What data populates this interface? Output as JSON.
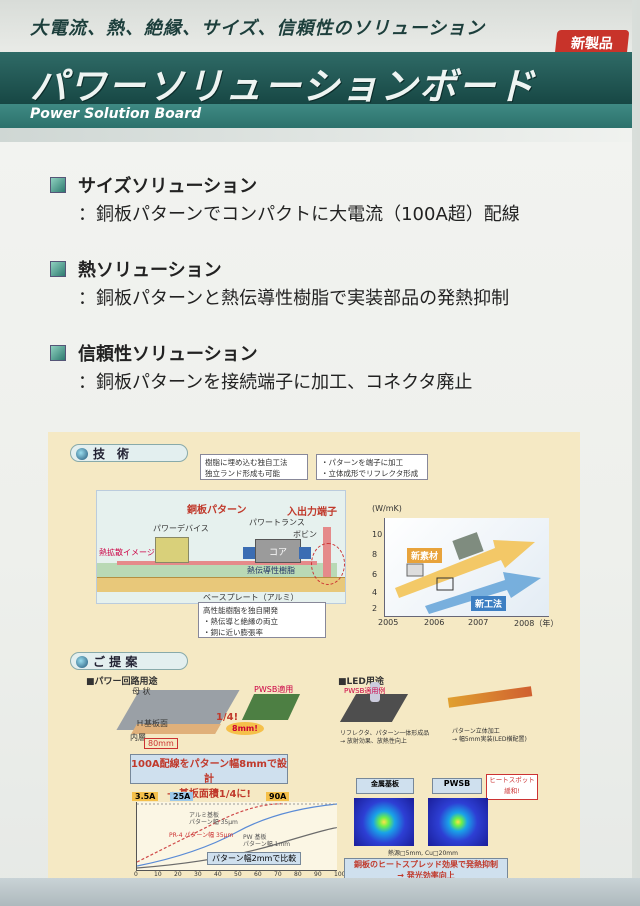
{
  "header": {
    "subtitle": "大電流、熱、絶縁、サイズ、信頼性のソリューション",
    "badge": "新製品",
    "title": "パワーソリューションボード",
    "english_title": "Power Solution Board"
  },
  "solutions": [
    {
      "heading": "サイズソリューション",
      "description": "：銅板パターンでコンパクトに大電流（100A超）配線"
    },
    {
      "heading": "熱ソリューション",
      "description": "：銅板パターンと熱伝導性樹脂で実装部品の発熱抑制"
    },
    {
      "heading": "信頼性ソリューション",
      "description": "：銅板パターンを接続端子に加工、コネクタ廃止"
    }
  ],
  "technology": {
    "tab": "技　術",
    "note1": [
      "樹脂に埋め込む独自工法",
      "独立ランド形成も可能"
    ],
    "note2": [
      "・パターンを端子に加工",
      "・立体成形でリフレクタ形成"
    ],
    "labels": {
      "copper": "銅板パターン",
      "io": "入出力端子",
      "power_device": "パワーデバイス",
      "transformer": "パワートランス",
      "bobbin": "ボビン",
      "heat_image": "熱拡散イメージ",
      "core": "コア",
      "resin": "熱伝導性樹脂",
      "base": "ベースプレート（アルミ）"
    },
    "note3": [
      "高性能樹脂を独自開発",
      "・熱伝導と絶縁の両立",
      "・銅に近い膨張率"
    ],
    "chart": {
      "unit": "(W/mK)",
      "yticks": [
        "10",
        "8",
        "6",
        "4",
        "2"
      ],
      "xticks": [
        "2005",
        "2006",
        "2007",
        "2008（年）"
      ],
      "new_material": "新素材",
      "new_method": "新工法"
    }
  },
  "proposal": {
    "tab": "ご 提 案",
    "power_use": "■パワー回路用途",
    "led_use": "■LED用途",
    "labels": {
      "bus": "母 状",
      "pwsb_applied": "PWSB適用",
      "base_area": "Ｈ基板面",
      "inner": "内層",
      "size80": "80mm",
      "ratio": "1/4!",
      "size8": "8mm!",
      "pwsb_led": "PWSB適用例",
      "reflector": [
        "リフレクタ、パターン一体形成品",
        "→ 放射効果、放熱性向上"
      ],
      "led_mount": [
        "パターン立体加工",
        "→ 幅5mm実装(LED横配置)"
      ]
    },
    "callout": [
      "100A配線をパターン幅8mmで設計",
      "→ 基板面積1/4に!"
    ],
    "current_chart": {
      "currents": [
        "3.5A",
        "25A",
        "90A"
      ],
      "legend1": [
        "アルミ基板",
        "パターン幅 35μm"
      ],
      "legend2": "PR-4 パターン幅 35μm",
      "legend3": [
        "PW 基板",
        "パターン幅 1mm"
      ],
      "xticks": [
        "0",
        "10",
        "20",
        "30",
        "40",
        "50",
        "60",
        "70",
        "80",
        "90",
        "100"
      ],
      "caption": "パターン幅2mmで比較"
    },
    "thermal": {
      "metal_board": "金属基板",
      "pwsb": "PWSB",
      "hotspot": "ヒートスポット緩和!",
      "footnote": "熱源□5mm, Cu□20mm",
      "callout": [
        "銅板のヒートスプレッド効果で発熱抑制",
        "→ 発光効率向上"
      ]
    }
  }
}
